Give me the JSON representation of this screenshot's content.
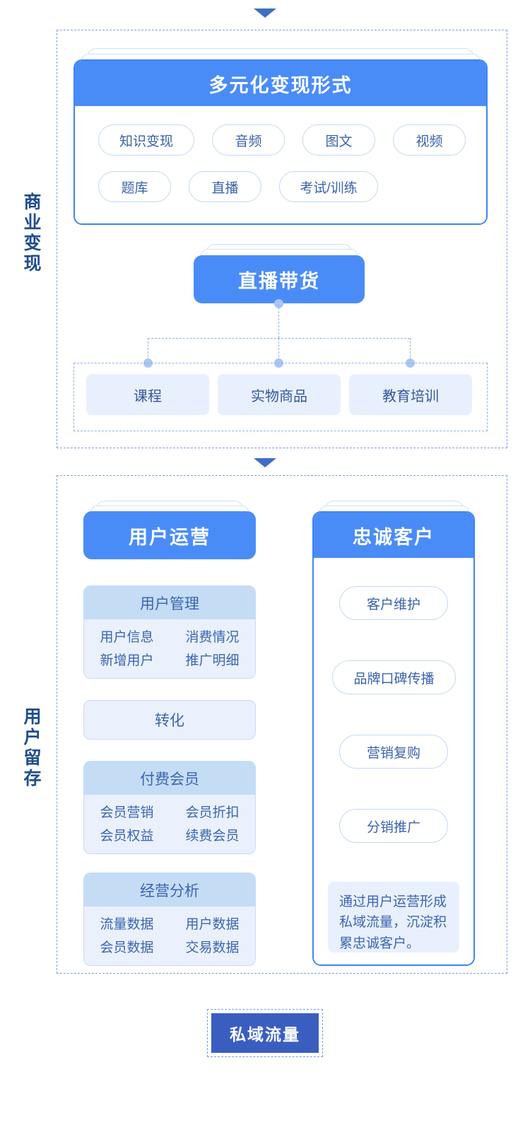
{
  "side_labels": {
    "monetization": "商业变现",
    "retention": "用户留存"
  },
  "arrows": {
    "top": "arrow-down-icon",
    "middle": "arrow-down-icon"
  },
  "monetization_section": {
    "formats_card": {
      "title": "多元化变现形式",
      "tags_row1": [
        "知识变现",
        "音频",
        "图文",
        "视频"
      ],
      "tags_row2": [
        "题库",
        "直播",
        "考试/训练"
      ]
    },
    "live_commerce_card": {
      "title": "直播带货"
    },
    "live_commerce_children": [
      "课程",
      "实物商品",
      "教育培训"
    ]
  },
  "retention_section": {
    "user_ops_card": {
      "title": "用户运营",
      "groups": [
        {
          "header": "用户管理",
          "items": [
            "用户信息",
            "消费情况",
            "新增用户",
            "推广明细"
          ]
        },
        {
          "header": "转化",
          "items": []
        },
        {
          "header": "付费会员",
          "items": [
            "会员营销",
            "会员折扣",
            "会员权益",
            "续费会员"
          ]
        },
        {
          "header": "经营分析",
          "items": [
            "流量数据",
            "用户数据",
            "会员数据",
            "交易数据"
          ]
        }
      ]
    },
    "loyal_customers_card": {
      "title": "忠诚客户",
      "pills": [
        "客户维护",
        "品牌口碑传播",
        "营销复购",
        "分销推广"
      ],
      "note": "通过用户运营形成私域流量，沉淀积累忠诚客户。"
    }
  },
  "footer": {
    "badge": "私域流量"
  },
  "colors": {
    "primary_blue": "#4a8cf7",
    "deep_navy": "#1f4e8c",
    "badge_blue": "#3a5ec0",
    "pill_border": "#c3d8f8",
    "tile_bg": "#e9f0fd",
    "subcard_header": "#c5dcf5",
    "dashed_border": "#7e9fe0"
  }
}
